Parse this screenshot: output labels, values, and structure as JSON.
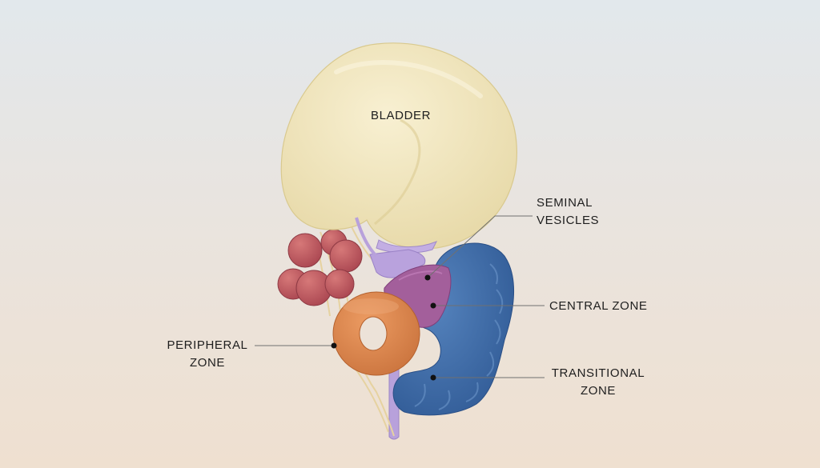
{
  "labels": {
    "bladder": "BLADDER",
    "seminal_vesicles": [
      "SEMINAL",
      "VESICLES"
    ],
    "central_zone": "CENTRAL ZONE",
    "peripheral_zone": [
      "PERIPHERAL",
      "ZONE"
    ],
    "transitional_zone": [
      "TRANSITIONAL",
      "ZONE"
    ]
  },
  "colors": {
    "background_top": "#e2e8ec",
    "background_bottom": "#efe0d0",
    "bladder": "#f1e6bd",
    "seminal_vesicles": "#c25a64",
    "central_zone": "#a35f9b",
    "transitional_zone": "#3d6aa6",
    "peripheral_zone": "#de864c",
    "ducts": "#b9a5dc",
    "nerves": "#e9d7a7",
    "leader_line": "#707070"
  }
}
